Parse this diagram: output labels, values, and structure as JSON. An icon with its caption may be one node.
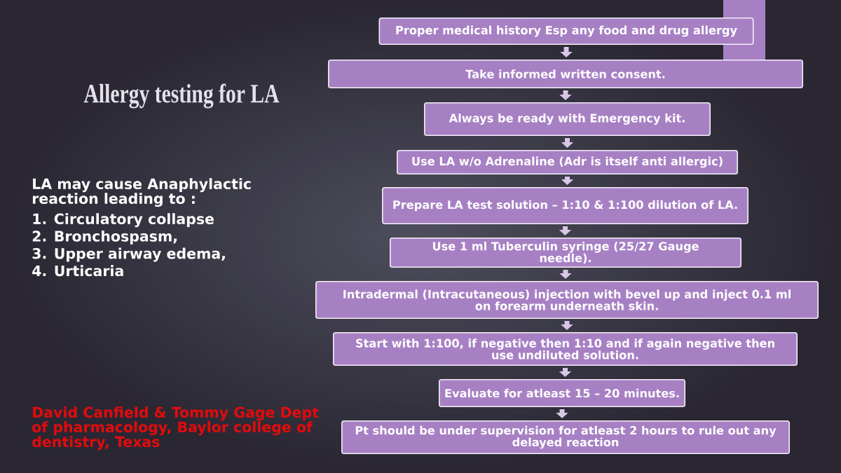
{
  "diagram": {
    "title": "Allergy testing for LA",
    "nodes": [
      {
        "text": [
          "Proper medical history Esp any food and drug allergy"
        ]
      },
      {
        "text": [
          "Take informed written consent."
        ]
      },
      {
        "text": [
          "Always be ready with Emergency kit."
        ]
      },
      {
        "text": [
          "Use LA w/o Adrenaline (Adr is itself anti allergic)"
        ]
      },
      {
        "text": [
          "Prepare LA test solution – 1:10 & 1:100 dilution of LA."
        ]
      },
      {
        "text": [
          "Use 1 ml Tuberculin syringe (25/27 Gauge needle)."
        ]
      },
      {
        "text": [
          "Intradermal (Intracutaneous) injection with bevel up and inject 0.1 ml on forearm underneath skin."
        ]
      },
      {
        "text": [
          "Start with 1:100, if negative then 1:10 and if again negative then use undiluted solution."
        ]
      },
      {
        "text": [
          "Evaluate for atleast 15 – 20 minutes."
        ]
      },
      {
        "text": [
          "Pt should be under supervision for atleast 2 hours to rule out any delayed reaction"
        ]
      }
    ],
    "edges": [
      {
        "from": 0,
        "to": 1,
        "arrow": "to"
      },
      {
        "from": 1,
        "to": 2,
        "arrow": "to"
      },
      {
        "from": 2,
        "to": 3,
        "arrow": "to"
      },
      {
        "from": 3,
        "to": 4,
        "arrow": "to"
      },
      {
        "from": 4,
        "to": 5,
        "arrow": "to"
      },
      {
        "from": 5,
        "to": 6,
        "arrow": "to"
      },
      {
        "from": 6,
        "to": 7,
        "arrow": "to"
      },
      {
        "from": 7,
        "to": 8,
        "arrow": "to"
      },
      {
        "from": 8,
        "to": 9,
        "arrow": "to"
      }
    ],
    "labels": [
      "LA may cause Anaphylactic reaction leading to :",
      "1. Circulatory collapse",
      "2. Bronchospasm,",
      "3. Upper airway edema,",
      "4. Urticaria",
      "David Canfield & Tommy Gage Dept of pharmacology, Baylor college of dentistry, Texas"
    ]
  }
}
